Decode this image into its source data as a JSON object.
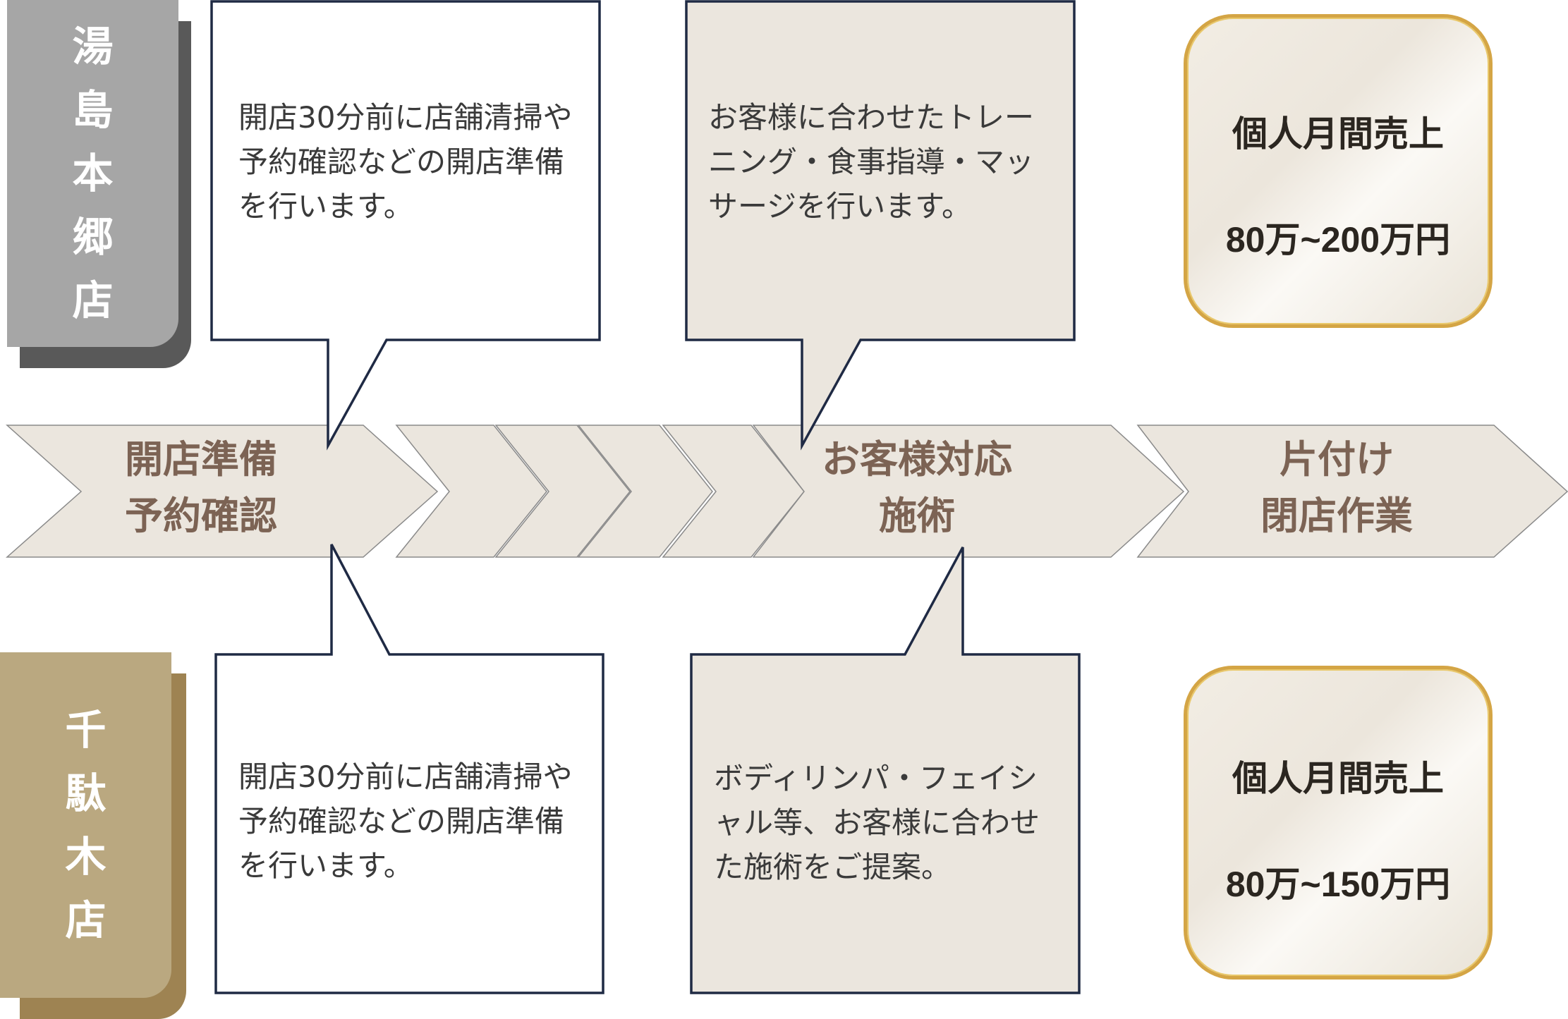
{
  "stores": {
    "yushima": {
      "label": "湯島本郷店",
      "color": "#a6a6a6",
      "shadow_color": "#595959"
    },
    "sendagi": {
      "label": "千駄木店",
      "color": "#baa880",
      "shadow_color": "#9e8352"
    }
  },
  "steps": {
    "open": {
      "line1": "開店準備",
      "line2": "予約確認"
    },
    "service": {
      "line1": "お客様対応",
      "line2": "施術"
    },
    "close": {
      "line1": "片付け",
      "line2": "閉店作業"
    }
  },
  "callouts": {
    "yushima_open": {
      "text": "開店30分前に店舗清掃や予約確認などの開店準備を行います。"
    },
    "yushima_service": {
      "text": "お客様に合わせたトレーニング・食事指導・マッサージを行います。"
    },
    "sendagi_open": {
      "text": "開店30分前に店舗清掃や予約確認などの開店準備を行います。"
    },
    "sendagi_service": {
      "text": "ボディリンパ・フェイシャル等、お客様に合わせた施術をご提案。"
    }
  },
  "sales": {
    "yushima": {
      "title": "個人月間売上",
      "value": "80万~200万円"
    },
    "sendagi": {
      "title": "個人月間売上",
      "value": "80万~150万円"
    }
  },
  "colors": {
    "arrow_fill": "#ebe6de",
    "arrow_stroke": "#8a8a8a",
    "callout_stroke": "#1f2a44",
    "callout_fill_beige": "#ebe6de",
    "step_text": "#7c6354",
    "sales_border": "#d4a545"
  }
}
